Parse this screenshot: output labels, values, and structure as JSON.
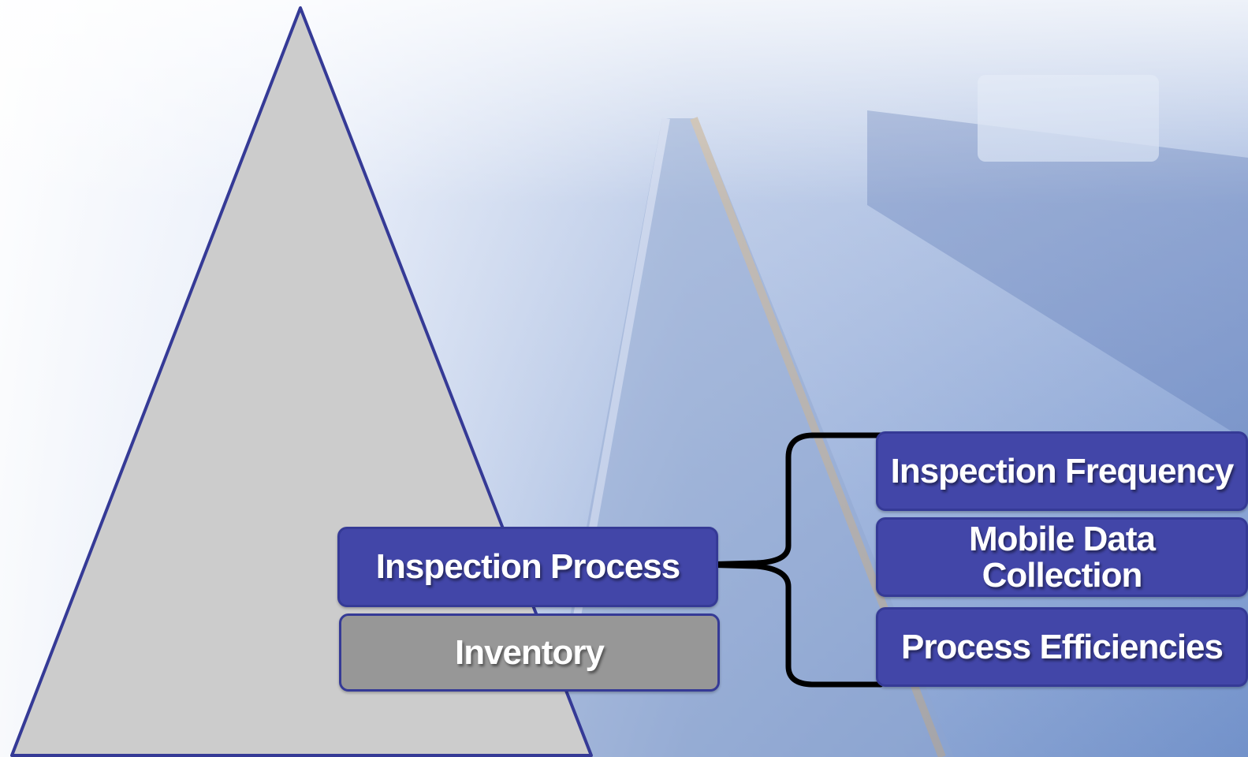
{
  "slide": {
    "diagram": {
      "center_box": {
        "label": "Inspection Process"
      },
      "base_box": {
        "label": "Inventory"
      },
      "branch_items": [
        {
          "label": "Inspection Frequency"
        },
        {
          "label": "Mobile Data Collection"
        },
        {
          "label": "Process Efficiencies"
        }
      ]
    },
    "colors": {
      "box_blue": "#4246a8",
      "box_gray": "#979797",
      "outline": "#353a96",
      "pyramid_fill": "#cccccc",
      "connector": "#000000"
    }
  }
}
